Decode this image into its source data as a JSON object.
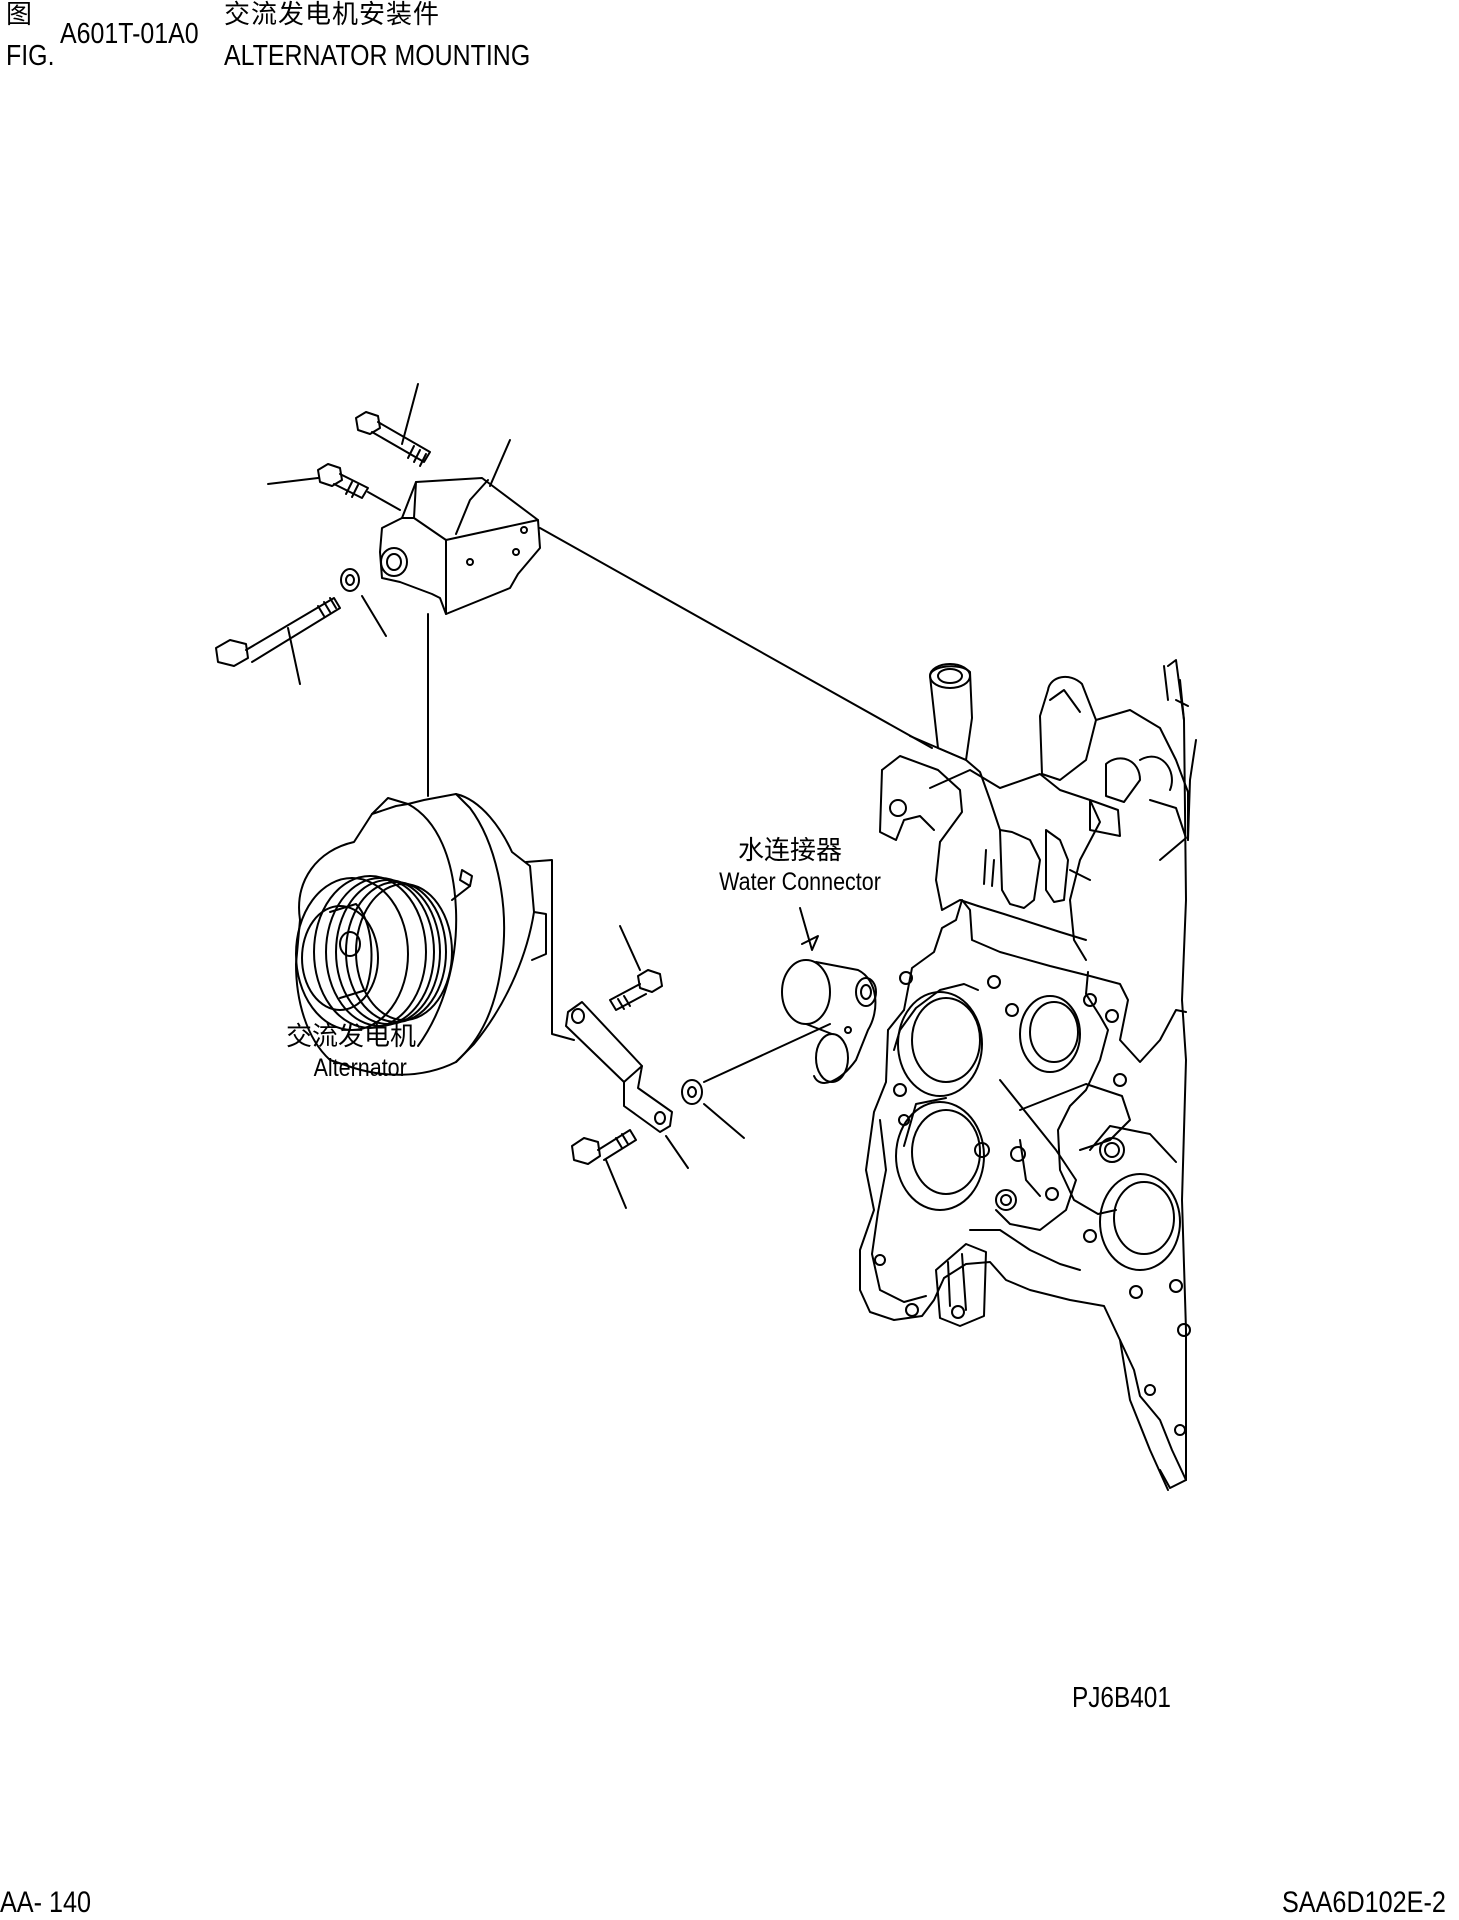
{
  "header": {
    "fig_cn": "图",
    "fig_en": "FIG.",
    "fig_code": "A601T-01A0",
    "title_cn": "交流发电机安装件",
    "title_en": "ALTERNATOR MOUNTING"
  },
  "labels": {
    "water_connector_cn": "水连接器",
    "water_connector_en": "Water Connector",
    "alternator_cn": "交流发电机",
    "alternator_en": "Alternator"
  },
  "illustration_code": "PJ6B401",
  "footer": {
    "page": "AA- 140",
    "model": "SAA6D102E-2"
  }
}
